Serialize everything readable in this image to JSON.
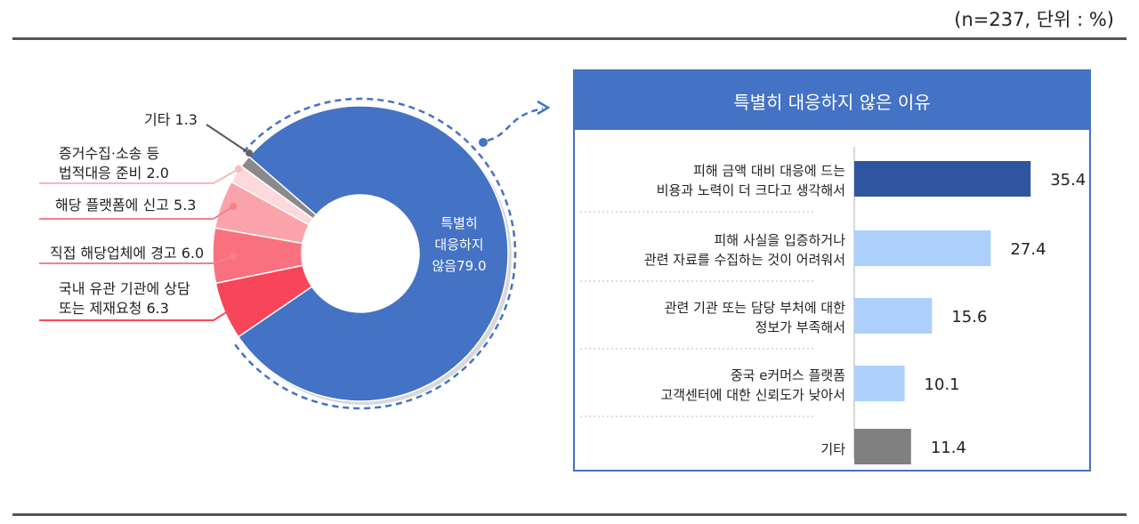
{
  "unit_note": "(n=237, 단위 : %)",
  "chart_data": [
    {
      "type": "pie",
      "donut": true,
      "slices": [
        {
          "label": "특별히 대응하지 않음",
          "value": 79.0,
          "color": "#4472c4"
        },
        {
          "label": "국내 유관 기관에 상담 또는 제재요청",
          "value": 6.3,
          "color": "#f7465a"
        },
        {
          "label": "직접 해당업체에 경고",
          "value": 6.0,
          "color": "#f9717f"
        },
        {
          "label": "해당 플랫폼에 신고",
          "value": 5.3,
          "color": "#fba3ab"
        },
        {
          "label": "증거수집·소송 등 법적대응 준비",
          "value": 2.0,
          "color": "#fdd9dc"
        },
        {
          "label": "기타",
          "value": 1.3,
          "color": "#8a8a8a"
        }
      ],
      "labels": {
        "main": [
          "특별히",
          "대응하지",
          "않음79.0"
        ],
        "other": [
          "기타 1.3"
        ],
        "legal": [
          "증거수집·소송 등",
          "법적대응 준비 2.0"
        ],
        "platform": [
          "해당 플랫폼에 신고 5.3"
        ],
        "warn": [
          "직접 해당업체에 경고 6.0"
        ],
        "agency": [
          "국내 유관 기관에 상담",
          "또는 제재요청 6.3"
        ]
      }
    },
    {
      "type": "bar",
      "orientation": "horizontal",
      "title": "특별히 대응하지 않은 이유",
      "categories": [
        [
          "피해 금액 대비 대응에 드는",
          "비용과 노력이 더 크다고 생각해서"
        ],
        [
          "피해 사실을 입증하거나",
          "관련 자료를 수집하는 것이 어려워서"
        ],
        [
          "관련 기관 또는 담당 부처에 대한",
          "정보가 부족해서"
        ],
        [
          "중국 e커머스 플랫폼",
          "고객센터에 대한 신뢰도가 낮아서"
        ],
        [
          "기타"
        ]
      ],
      "values": [
        35.4,
        27.4,
        15.6,
        10.1,
        11.4
      ],
      "value_labels": [
        "35.4",
        "27.4",
        "15.6",
        "10.1",
        "11.4"
      ],
      "colors": [
        "#2f55a0",
        "#acd0fb",
        "#acd0fb",
        "#acd0fb",
        "#808080"
      ]
    }
  ]
}
